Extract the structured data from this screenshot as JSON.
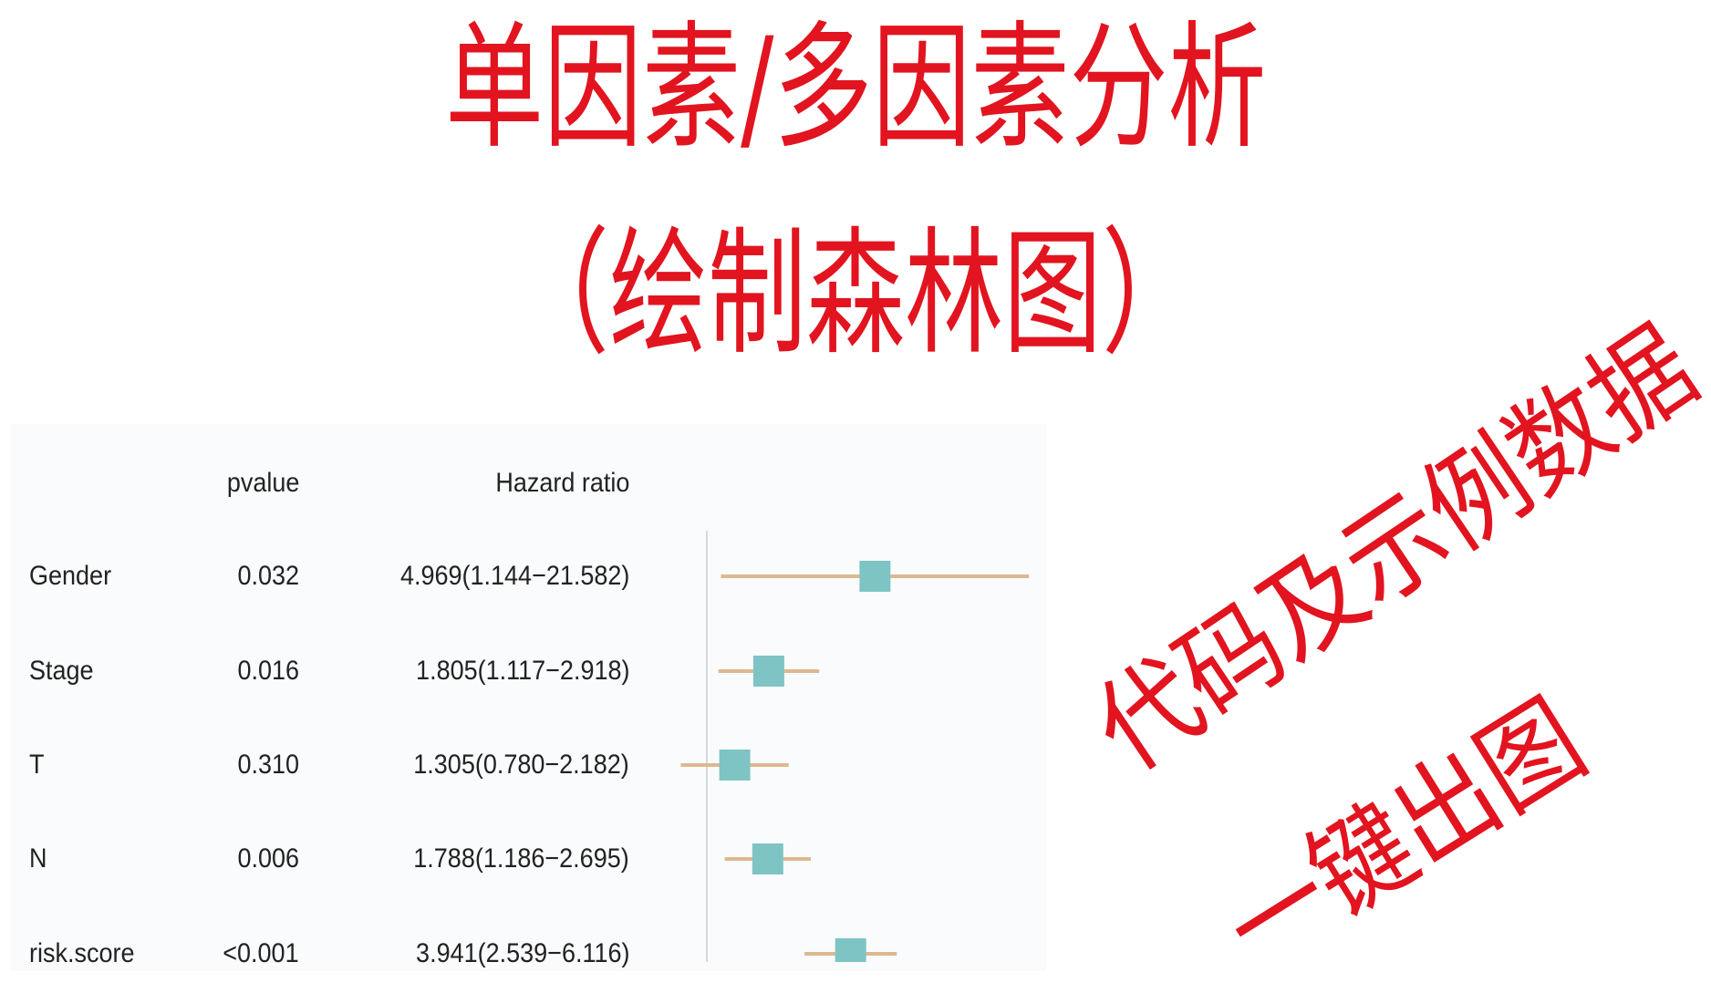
{
  "title": {
    "line1": "单因素/多因素分析",
    "line2": "（绘制森林图）"
  },
  "annotations": {
    "note1": "代码及示例数据",
    "note2": "一键出图"
  },
  "colors": {
    "title_red": "#e2141f",
    "box_teal": "#7fc4c4",
    "ci_tan": "#ddb88f",
    "ref_line": "#d8d8d8",
    "text": "#222222"
  },
  "chart_data": {
    "type": "forest",
    "title": "",
    "xscale": "log",
    "reference_value": 1,
    "columns": {
      "name": "",
      "pvalue": "pvalue",
      "hr": "Hazard ratio"
    },
    "rows": [
      {
        "name": "Gender",
        "pvalue": "0.032",
        "hr_text": "4.969(1.144−21.582)",
        "hr": 4.969,
        "lower": 1.144,
        "upper": 21.582
      },
      {
        "name": "Stage",
        "pvalue": "0.016",
        "hr_text": "1.805(1.117−2.918)",
        "hr": 1.805,
        "lower": 1.117,
        "upper": 2.918
      },
      {
        "name": "T",
        "pvalue": "0.310",
        "hr_text": "1.305(0.780−2.182)",
        "hr": 1.305,
        "lower": 0.78,
        "upper": 2.182
      },
      {
        "name": "N",
        "pvalue": "0.006",
        "hr_text": "1.788(1.186−2.695)",
        "hr": 1.788,
        "lower": 1.186,
        "upper": 2.695
      },
      {
        "name": "risk.score",
        "pvalue": "<0.001",
        "hr_text": "3.941(2.539−6.116)",
        "hr": 3.941,
        "lower": 2.539,
        "upper": 6.116
      }
    ]
  }
}
